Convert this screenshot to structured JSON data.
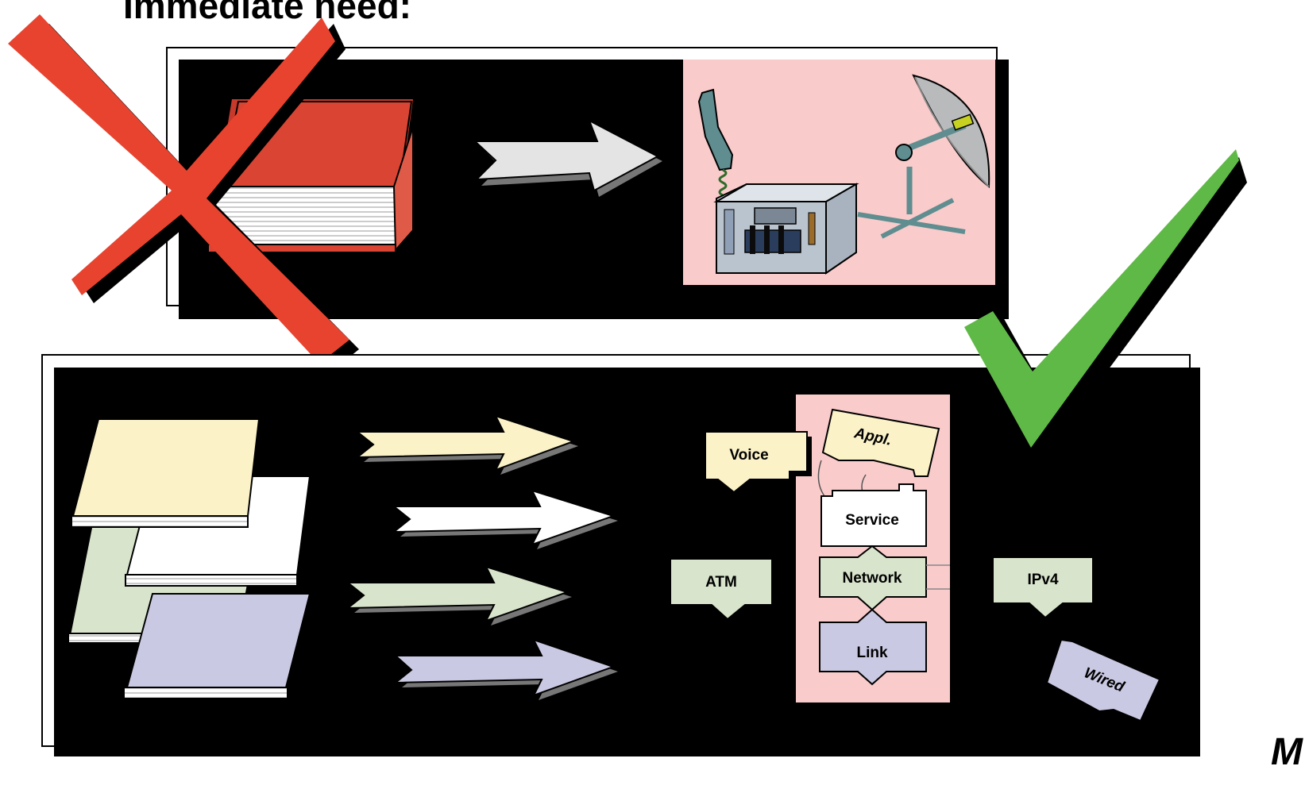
{
  "heading": "Immediate need:",
  "corner_text": "M",
  "top_panel": {
    "crossed_out": true
  },
  "bottom_panel": {
    "checked": true,
    "layers": {
      "voice": "Voice",
      "appl": "Appl.",
      "service": "Service",
      "network": "Network",
      "link": "Link",
      "atm": "ATM",
      "ipv4": "IPv4",
      "wired": "Wired"
    }
  },
  "colors": {
    "cross": "#e8432f",
    "check": "#5fb946",
    "pink_panel": "#f9cbcb",
    "cream": "#fbf2c8",
    "sage": "#d8e4cc",
    "lavender": "#cac9e3",
    "book_red": "#d94433"
  }
}
